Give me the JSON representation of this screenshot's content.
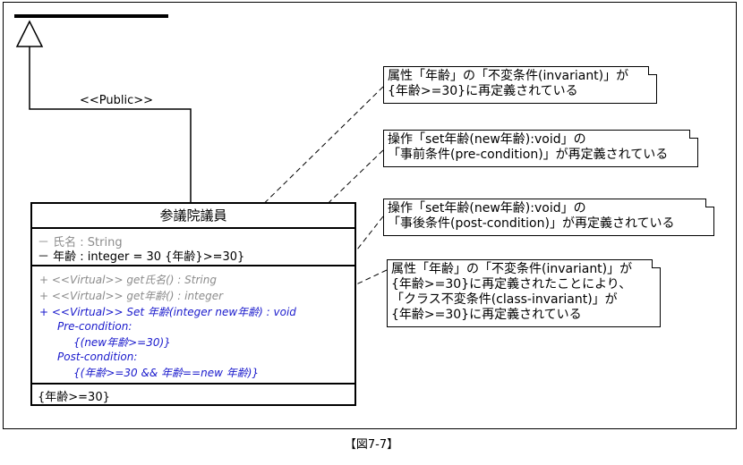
{
  "generalization": {
    "label": "<<Public>>"
  },
  "class": {
    "name": "参議院議員",
    "attributes": [
      {
        "text": "－ 氏名 : String"
      },
      {
        "text": "－ 年齢 : integer = 30 {年齢}>=30}"
      }
    ],
    "operations": [
      {
        "text": "+ <<Virtual>> get氏名() : String"
      },
      {
        "text": "+ <<Virtual>> get年齢() : integer"
      },
      {
        "text": "+ <<Virtual>> Set 年齢(integer new年齢) : void"
      },
      {
        "text": "Pre-condition:"
      },
      {
        "text": "{(new年齢>=30)}"
      },
      {
        "text": "Post-condition:"
      },
      {
        "text": "{(年齢>=30 && 年齢==new 年齢)}"
      }
    ],
    "constraint": "{年齢>=30}"
  },
  "notes": [
    {
      "lines": [
        "属性「年齢」の「不変条件(invariant)」が",
        "{年齢>=30}に再定義されている"
      ]
    },
    {
      "lines": [
        "操作「set年齢(new年齢):void」の",
        "「事前条件(pre-condition)」が再定義されている"
      ]
    },
    {
      "lines": [
        "操作「set年齢(new年齢):void」の",
        "「事後条件(post-condition)」が再定義されている"
      ]
    },
    {
      "lines": [
        "属性「年齢」の「不変条件(invariant)」が",
        "{年齢>=30}に再定義されたことにより、",
        "「クラス不変条件(class-invariant)」が",
        "{年齢>=30}に再定義されている"
      ]
    }
  ],
  "caption": "【図7-7】"
}
